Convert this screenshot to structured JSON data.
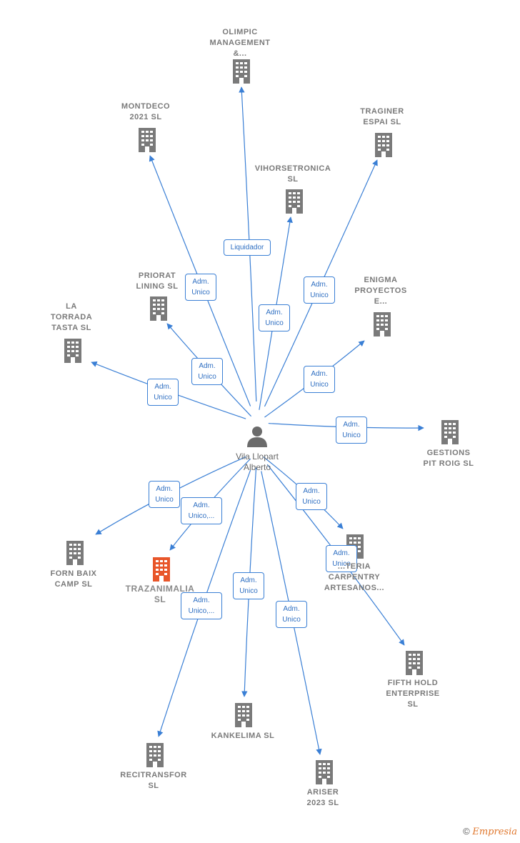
{
  "person": {
    "label": "Vila Llopart\nAlberto"
  },
  "nodes": [
    {
      "id": "olimpic",
      "label": "OLIMPIC\nMANAGEMENT\n&..."
    },
    {
      "id": "montdeco",
      "label": "MONTDECO\n2021  SL"
    },
    {
      "id": "traginer",
      "label": "TRAGINER\nESPAI  SL"
    },
    {
      "id": "vihorse",
      "label": "VIHORSETRONICA\nSL"
    },
    {
      "id": "priorat",
      "label": "PRIORAT\nLINING  SL"
    },
    {
      "id": "enigma",
      "label": "ENIGMA\nPROYECTOS\nE..."
    },
    {
      "id": "torrada",
      "label": "LA\nTORRADA\nTASTA  SL"
    },
    {
      "id": "gestions",
      "label": "GESTIONS\nPIT ROIG SL"
    },
    {
      "id": "fornbaix",
      "label": "FORN BAIX\nCAMP  SL"
    },
    {
      "id": "trazanimalia",
      "label": "TRAZANIMALIA\nSL"
    },
    {
      "id": "carpentry",
      "label": "...TERIA\nCARPENTRY\nARTESANOS..."
    },
    {
      "id": "fifthhold",
      "label": "FIFTH HOLD\nENTERPRISE\nSL"
    },
    {
      "id": "kankelima",
      "label": "KANKELIMA SL"
    },
    {
      "id": "recitransfor",
      "label": "RECITRANSFOR\nSL"
    },
    {
      "id": "ariser",
      "label": "ARISER\n2023  SL"
    }
  ],
  "edges": [
    {
      "to": "olimpic",
      "label": "Liquidador"
    },
    {
      "to": "montdeco",
      "label": "Adm.\nUnico"
    },
    {
      "to": "traginer",
      "label": "Adm.\nUnico"
    },
    {
      "to": "vihorse",
      "label": "Adm.\nUnico"
    },
    {
      "to": "priorat",
      "label": "Adm.\nUnico"
    },
    {
      "to": "enigma",
      "label": "Adm.\nUnico"
    },
    {
      "to": "torrada",
      "label": "Adm.\nUnico"
    },
    {
      "to": "gestions",
      "label": "Adm.\nUnico"
    },
    {
      "to": "fornbaix",
      "label": "Adm.\nUnico"
    },
    {
      "to": "trazanimalia",
      "label": "Adm.\nUnico,..."
    },
    {
      "to": "carpentry",
      "label": "Adm.\nUnico"
    },
    {
      "to": "fifthhold",
      "label": "Adm.\nUnico"
    },
    {
      "to": "kankelima",
      "label": "Adm.\nUnico"
    },
    {
      "to": "recitransfor",
      "label": "Adm.\nUnico,..."
    },
    {
      "to": "ariser",
      "label": "Adm.\nUnico"
    }
  ],
  "colors": {
    "edge": "#3a7fd5",
    "building": "#7a7a7a",
    "highlight": "#e8562a",
    "person": "#6b6b6b"
  },
  "footer": {
    "copyright": "©",
    "brand": "Empresia"
  }
}
